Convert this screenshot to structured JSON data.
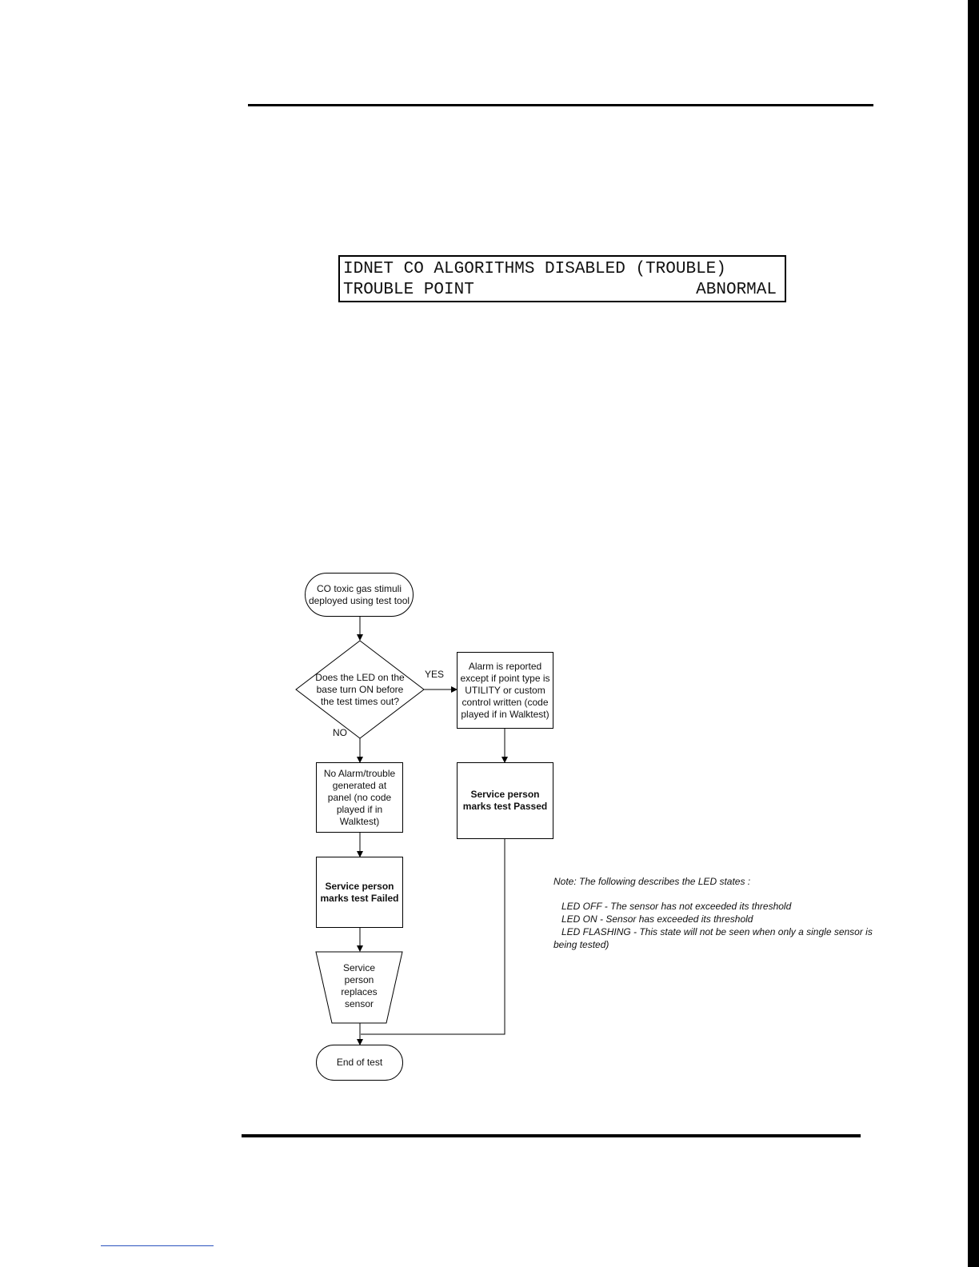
{
  "lcd": {
    "line1": "IDNET CO ALGORITHMS DISABLED (TROUBLE)",
    "line2_left": "TROUBLE POINT",
    "line2_right": "ABNORMAL"
  },
  "flowchart": {
    "start": "CO toxic gas stimuli deployed using test tool",
    "decision": "Does the LED on the base turn ON before the test times out?",
    "yes_label": "YES",
    "no_label": "NO",
    "alarm_reported": "Alarm is reported except if point type is UTILITY or custom control written  (code played if in Walktest)",
    "passed": "Service person marks test Passed",
    "no_alarm": "No Alarm/trouble generated at panel (no code played if in Walktest)",
    "failed": "Service person marks test Failed",
    "replace": "Service person replaces sensor",
    "end": "End of test"
  },
  "note": {
    "title": "Note:  The following describes the LED states :",
    "items": [
      "LED OFF - The sensor has not exceeded its threshold",
      "LED ON - Sensor has exceeded its threshold",
      "LED FLASHING - This state will not be seen when only a single sensor is being tested)"
    ]
  }
}
